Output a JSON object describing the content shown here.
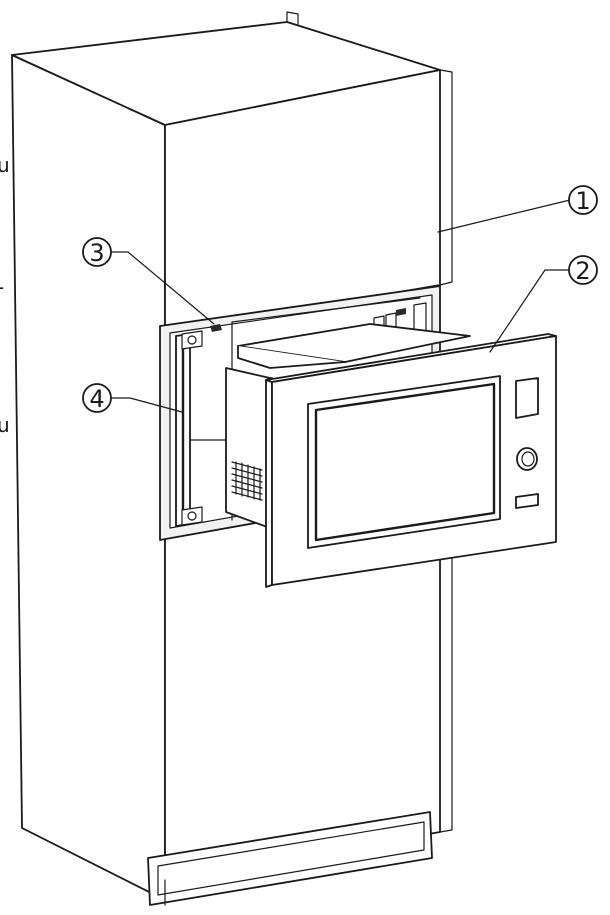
{
  "callouts": [
    {
      "label": "1",
      "part": "cabinet"
    },
    {
      "label": "2",
      "part": "microwave-oven"
    },
    {
      "label": "3",
      "part": "mounting-screw"
    },
    {
      "label": "4",
      "part": "trim-frame-side-rail"
    }
  ],
  "edge_marks": [
    "u",
    "-",
    "u"
  ],
  "colors": {
    "line": "#1a1a1a",
    "background": "#ffffff"
  }
}
